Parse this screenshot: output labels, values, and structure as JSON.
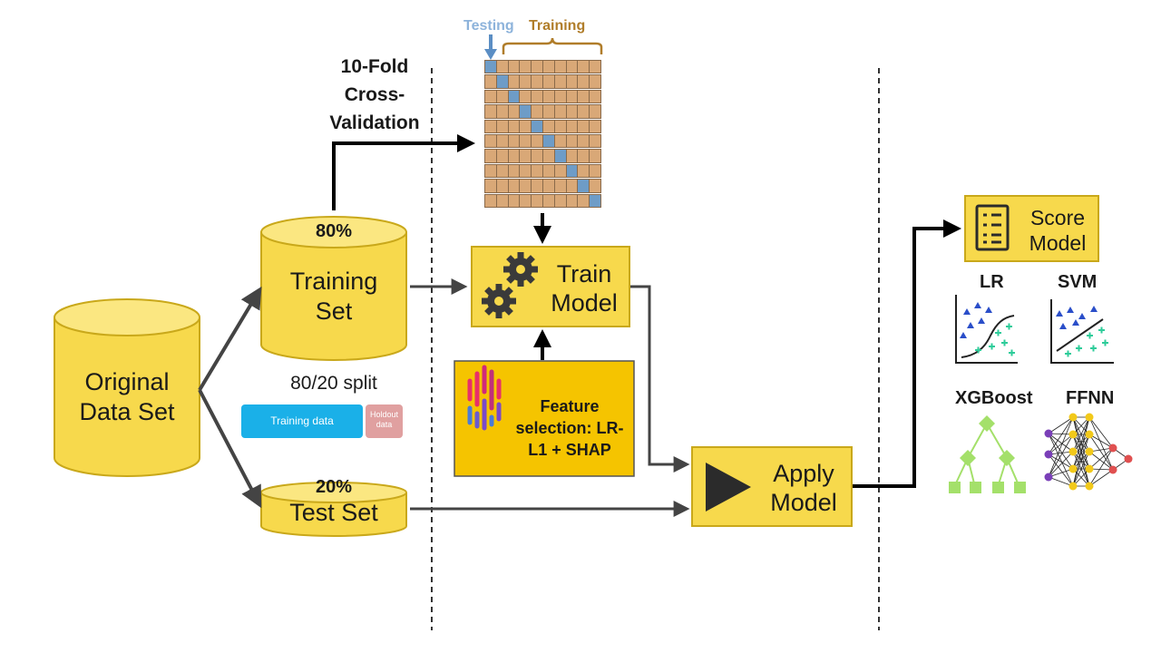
{
  "cv": {
    "label_line1": "10-Fold",
    "label_line2": "Cross-",
    "label_line3": "Validation"
  },
  "folds": {
    "testing_label": "Testing",
    "training_label": "Training",
    "rows": 10,
    "cols": 10
  },
  "original": {
    "line1": "Original",
    "line2": "Data Set"
  },
  "training_set": {
    "percent": "80%",
    "line1": "Training",
    "line2": "Set"
  },
  "test_set": {
    "percent": "20%",
    "label": "Test Set"
  },
  "split": {
    "label": "80/20 split",
    "training_data": "Training data",
    "holdout_line1": "Holdout",
    "holdout_line2": "data"
  },
  "train_model": {
    "line1": "Train",
    "line2": "Model"
  },
  "feature": {
    "line1": "Feature",
    "line2": "selection: LR-",
    "line3": "L1 + SHAP"
  },
  "apply_model": {
    "line1": "Apply",
    "line2": "Model"
  },
  "score_model": {
    "line1": "Score",
    "line2": "Model"
  },
  "models": {
    "lr": "LR",
    "svm": "SVM",
    "xgboost": "XGBoost",
    "ffnn": "FFNN"
  },
  "colors": {
    "cylinder_fill": "#f7d94c",
    "cylinder_top": "#fbe781",
    "cylinder_stroke": "#c9a81a",
    "box_fill": "#f7d94c",
    "feature_fill": "#f5c400",
    "fold_train": "#d9a877",
    "fold_test": "#6e9cc7",
    "testing_text": "#8db3db",
    "training_text": "#b07d2a",
    "training_bar": "#1ab0e8",
    "holdout_bar": "#e0a0a0",
    "arrow": "#000000",
    "thin_arrow": "#444444",
    "plot_blue": "#2a4ec9",
    "plot_green": "#2ecc9a",
    "tree_green": "#a4e06a",
    "nn_purple": "#7a3fb8",
    "nn_yellow": "#f2c91a",
    "nn_red": "#e05050"
  }
}
